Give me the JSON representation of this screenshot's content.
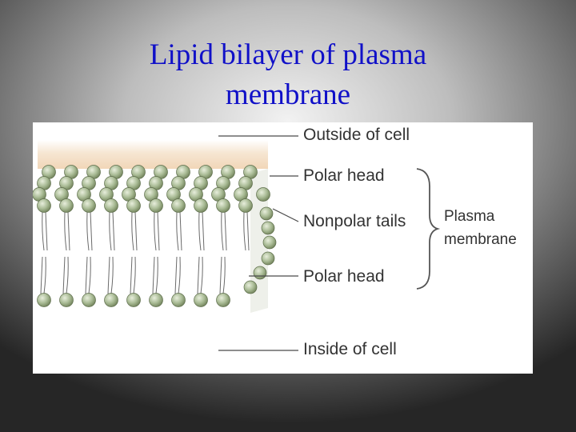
{
  "slide": {
    "title_lines": [
      "Lipid bilayer of plasma",
      "membrane"
    ],
    "title_color": "#1010c8"
  },
  "diagram": {
    "labels": {
      "outside": "Outside of cell",
      "polar_head_top": "Polar head",
      "nonpolar_tails": "Nonpolar tails",
      "polar_head_bottom": "Polar head",
      "inside": "Inside of cell",
      "plasma_line1": "Plasma",
      "plasma_line2": "membrane"
    },
    "colors": {
      "head_fill": "#a9bb95",
      "head_stroke": "#5e6e4c",
      "tail": "#6a6a6a",
      "outside_band": "#f3dcc2",
      "leader": "#4a4a4a"
    }
  }
}
